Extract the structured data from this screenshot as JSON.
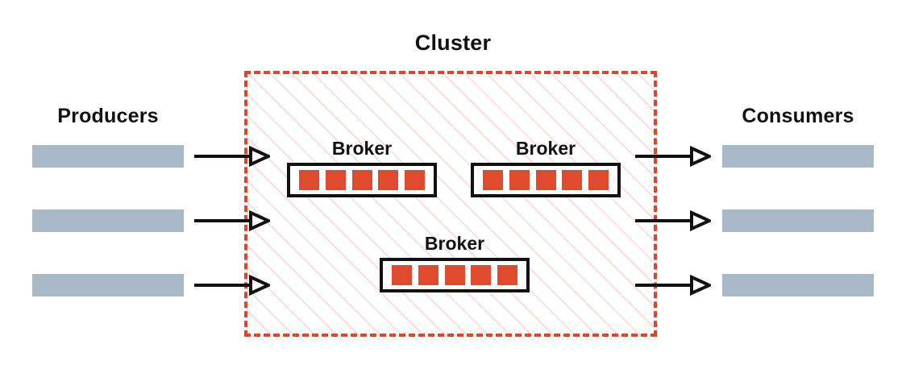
{
  "diagram": {
    "title": "Kafka cluster data flow diagram",
    "colors": {
      "accent_red": "#df4a2d",
      "cluster_border": "#e0452c",
      "hatch": "#f9dede",
      "bar_gray_blue": "#aab9c6",
      "outline_black": "#111111",
      "background": "#ffffff"
    },
    "cluster": {
      "label": "Cluster",
      "brokers": [
        {
          "label": "Broker",
          "partitions": [
            "p0",
            "p1",
            "p2",
            "p3",
            "p4"
          ]
        },
        {
          "label": "Broker",
          "partitions": [
            "p0",
            "p1",
            "p2",
            "p3",
            "p4"
          ]
        },
        {
          "label": "Broker",
          "partitions": [
            "p0",
            "p1",
            "p2",
            "p3",
            "p4"
          ]
        }
      ]
    },
    "producers": {
      "label": "Producers",
      "bars": [
        "producer-1",
        "producer-2",
        "producer-3"
      ]
    },
    "consumers": {
      "label": "Consumers",
      "bars": [
        "consumer-1",
        "consumer-2",
        "consumer-3"
      ]
    },
    "arrows": {
      "inbound": [
        "producer-1-to-cluster",
        "producer-2-to-cluster",
        "producer-3-to-cluster"
      ],
      "outbound": [
        "cluster-to-consumer-1",
        "cluster-to-consumer-2",
        "cluster-to-consumer-3"
      ]
    }
  }
}
